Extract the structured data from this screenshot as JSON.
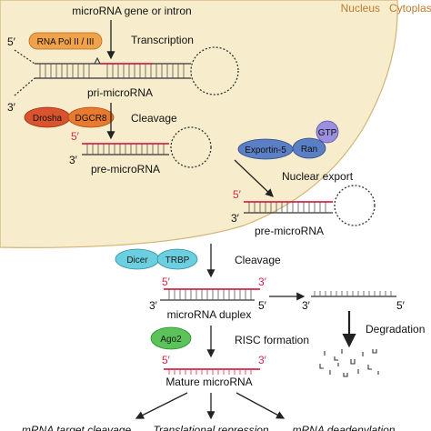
{
  "regions": {
    "nucleus": "Nucleus",
    "cytoplasm": "Cytoplasm"
  },
  "labels": {
    "gene": "microRNA gene or intron",
    "transcription": "Transcription",
    "pri_mirna": "pri-microRNA",
    "cleavage1": "Cleavage",
    "pre_mirna_nuc": "pre-microRNA",
    "nuclear_export": "Nuclear export",
    "pre_mirna_cyto": "pre-microRNA",
    "cleavage2": "Cleavage",
    "duplex": "microRNA duplex",
    "degradation": "Degradation",
    "risc": "RISC formation",
    "mature": "Mature microRNA",
    "out1": "mRNA target cleavage",
    "out2": "Translational repression",
    "out3": "mRNA deadenylation"
  },
  "proteins": {
    "pol": "RNA Pol II / III",
    "drosha": "Drosha",
    "dgcr8": "DGCR8",
    "exportin": "Exportin-5",
    "ran": "Ran",
    "gtp": "GTP",
    "dicer": "Dicer",
    "trbp": "TRBP",
    "ago2": "Ago2"
  },
  "ends": {
    "five": "5′",
    "three": "3′"
  },
  "colors": {
    "nucleus_fill": "#f7edcc",
    "nucleus_edge": "#d2b476",
    "rna_red": "#d8274a",
    "stem": "#333333",
    "pol_fill": "#f0a24a",
    "drosha_fill": "#d9532e",
    "dgcr8_fill": "#e87a2f",
    "exportin_fill": "#5b7fc4",
    "gtp_fill": "#9b8fe0",
    "dicer_fill": "#6ccfe0",
    "ago2_fill": "#5cc25a"
  }
}
